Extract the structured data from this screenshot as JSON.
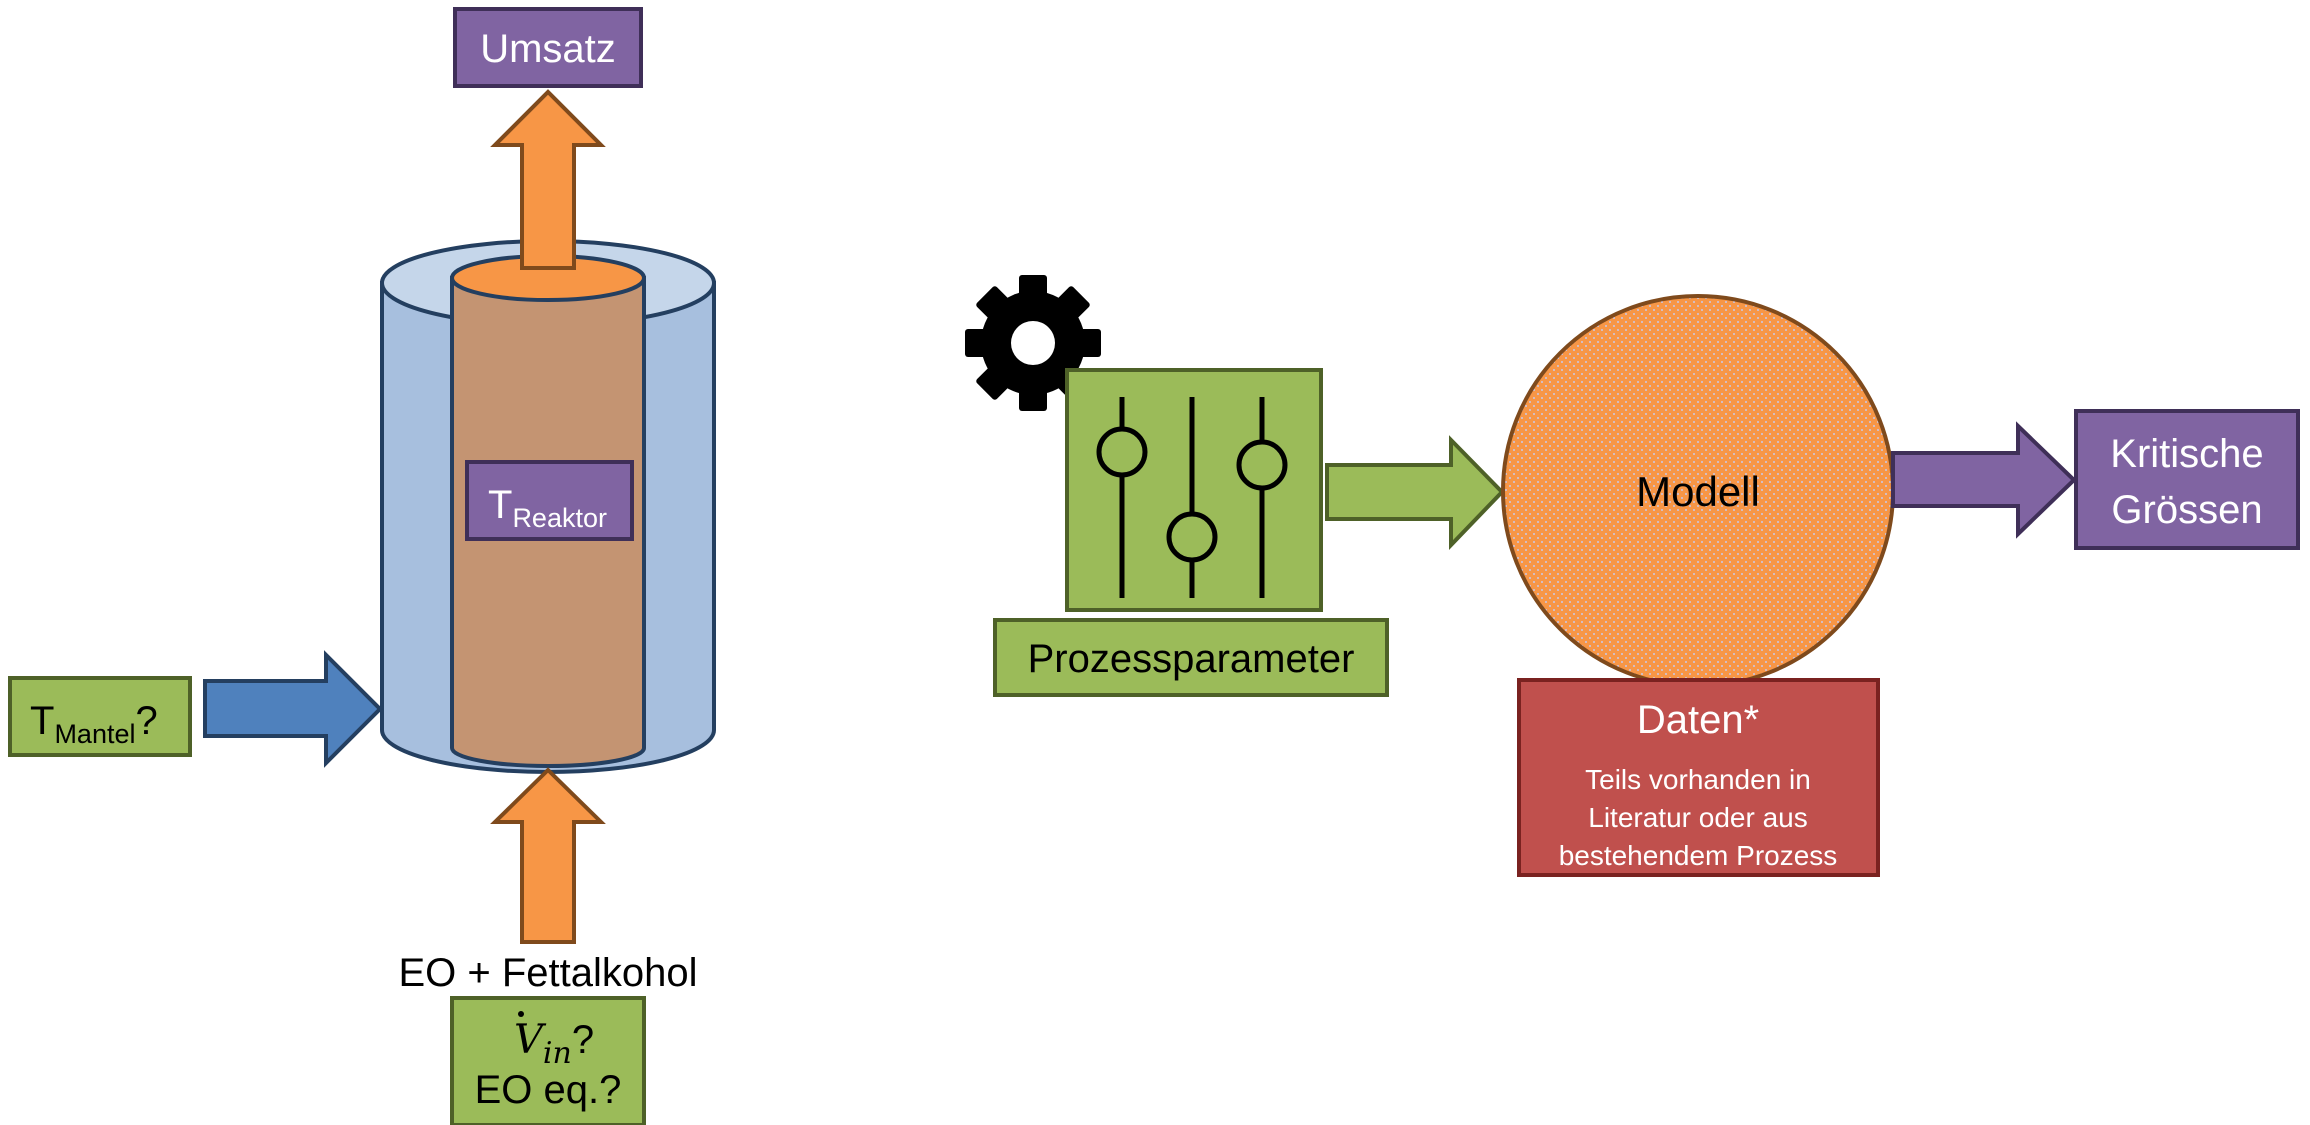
{
  "labels": {
    "umsatz": "Umsatz",
    "t_reaktor_main": "T",
    "t_reaktor_sub": "Reaktor",
    "t_mantel_main": "T",
    "t_mantel_sub": "Mantel",
    "t_mantel_suffix": "?",
    "feed": "EO + Fettalkohol",
    "v_in_symbol": "V",
    "v_in_sub": "in",
    "v_in_suffix": "?",
    "eo_eq": "EO eq.?",
    "prozessparameter": "Prozessparameter",
    "modell": "Modell",
    "kritische_line1": "Kritische",
    "kritische_line2": "Grössen",
    "daten_title": "Daten*",
    "daten_line1": "Teils vorhanden in",
    "daten_line2": "Literatur oder aus",
    "daten_line3": "bestehendem Prozess"
  },
  "colors": {
    "purple_fill": "#8064a2",
    "purple_stroke": "#3f2f58",
    "green_fill": "#9bbb59",
    "green_stroke": "#4e6128",
    "orange_fill": "#f79646",
    "orange_stroke": "#7f4a1c",
    "blue_fill": "#4f81bd",
    "blue_stroke": "#243f60",
    "jacket_fill": "#a7bfde",
    "reactor_fill": "#c49472",
    "red_fill": "#c0504d",
    "red_stroke": "#7a2220"
  },
  "icons": {
    "gear": "gear-icon",
    "sliders": "sliders-icon"
  }
}
